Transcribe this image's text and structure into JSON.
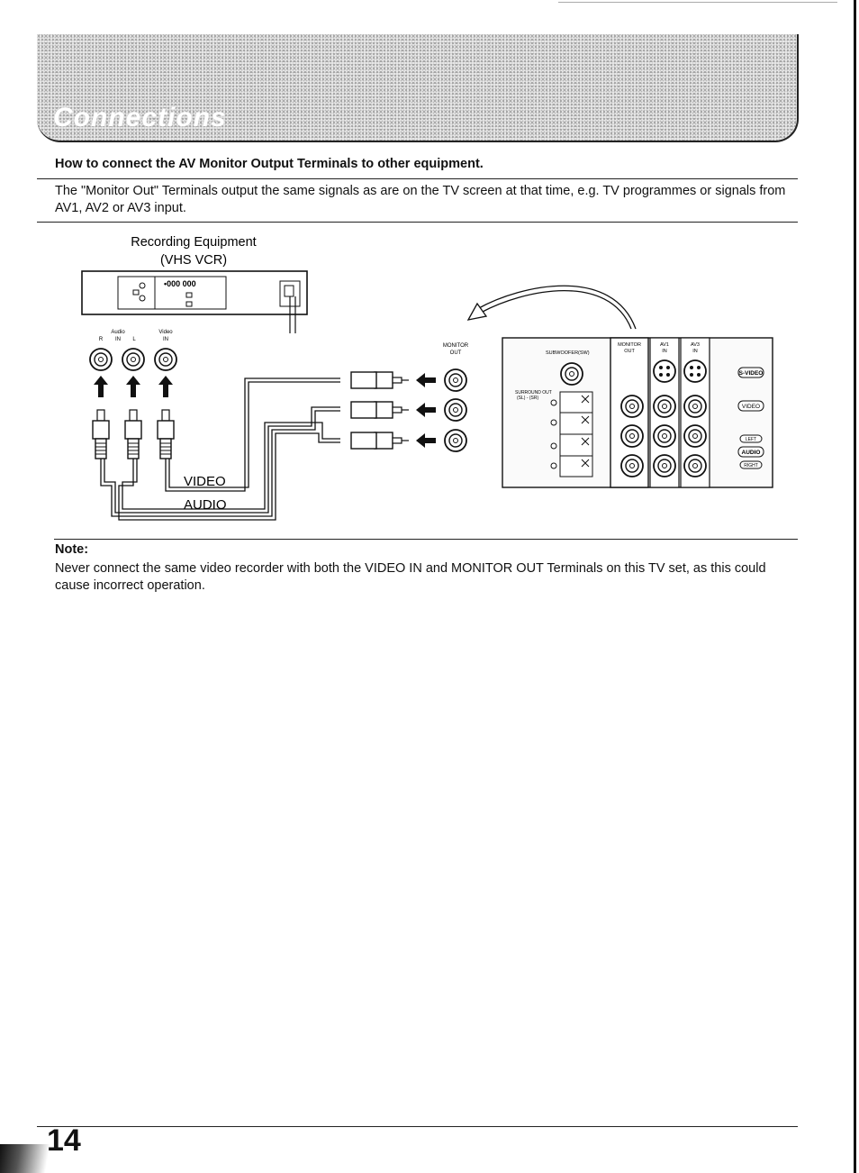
{
  "banner": {
    "title": "Connections"
  },
  "section": {
    "heading": "How to connect the AV Monitor Output Terminals to other equipment.",
    "intro": "The \"Monitor Out\" Terminals output the same signals as are on the TV screen at that time, e.g. TV programmes or signals from AV1, AV2 or AV3 input."
  },
  "diagram": {
    "equipment_label": "Recording Equipment",
    "equipment_sublabel": "(VHS VCR)",
    "vcr_input_audio_label": "Audio",
    "vcr_input_r_label": "R",
    "vcr_input_in_label": "IN",
    "vcr_input_l_label": "L",
    "vcr_input_video_label": "Video",
    "vcr_input_video_in_label": "IN",
    "monitor_out_label_1": "MONITOR",
    "monitor_out_label_2": "OUT",
    "cable_video_label": "VIDEO",
    "cable_audio_label": "AUDIO",
    "tv_subwoofer_label": "SUBWOOFER(SW)",
    "tv_surround_label": "SURROUND OUT",
    "tv_surround_sub_label": "(SL) - (SR)",
    "tv_col_monitor_1": "MONITOR",
    "tv_col_monitor_2": "OUT",
    "tv_col_av1_1": "AV1",
    "tv_col_av1_2": "IN",
    "tv_col_av3_1": "AV3",
    "tv_col_av3_2": "IN",
    "tv_svideo_label": "S-VIDEO",
    "tv_video_label": "VIDEO",
    "tv_left_label": "LEFT",
    "tv_audio_label": "AUDIO",
    "tv_right_label": "RIGHT",
    "vcr_display_text": "•000 000"
  },
  "note": {
    "title": "Note:",
    "text": "Never connect the same video recorder with both the VIDEO IN and MONITOR OUT Terminals on this TV set, as this could cause incorrect operation."
  },
  "footer": {
    "page_number": "14"
  }
}
